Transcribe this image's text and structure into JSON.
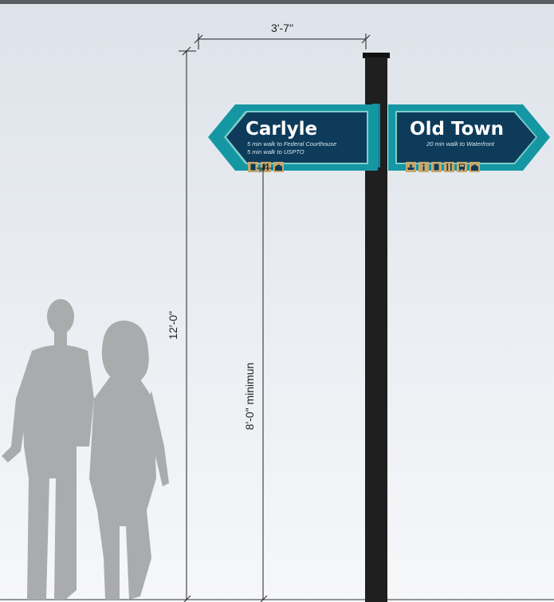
{
  "dimensions": {
    "sign_span": "3'-7\"",
    "overall_height": "12'-0\"",
    "clearance": "8'-0\" minimun"
  },
  "signs": [
    {
      "direction": "left",
      "title": "Carlyle",
      "lines": [
        "5 min walk to Federal Courthouse",
        "5 min walk to USPTO"
      ],
      "icons": [
        "building-icon",
        "restaurant-icon",
        "parking-garage-icon"
      ]
    },
    {
      "direction": "right",
      "title": "Old Town",
      "lines": [
        "20 min walk to Waterfront"
      ],
      "icons": [
        "ferry-icon",
        "info-icon",
        "building-icon",
        "restaurant-icon",
        "bus-icon",
        "parking-garage-icon"
      ]
    }
  ],
  "colors": {
    "sign_face": "#0e3b5a",
    "sign_border": "#1597a3",
    "sign_trim": "#7ccdc9",
    "icon_tile": "#c9a86a",
    "post": "#1f1f1f",
    "silhouette": "#a9abad",
    "top_bar": "#5a5f64"
  }
}
